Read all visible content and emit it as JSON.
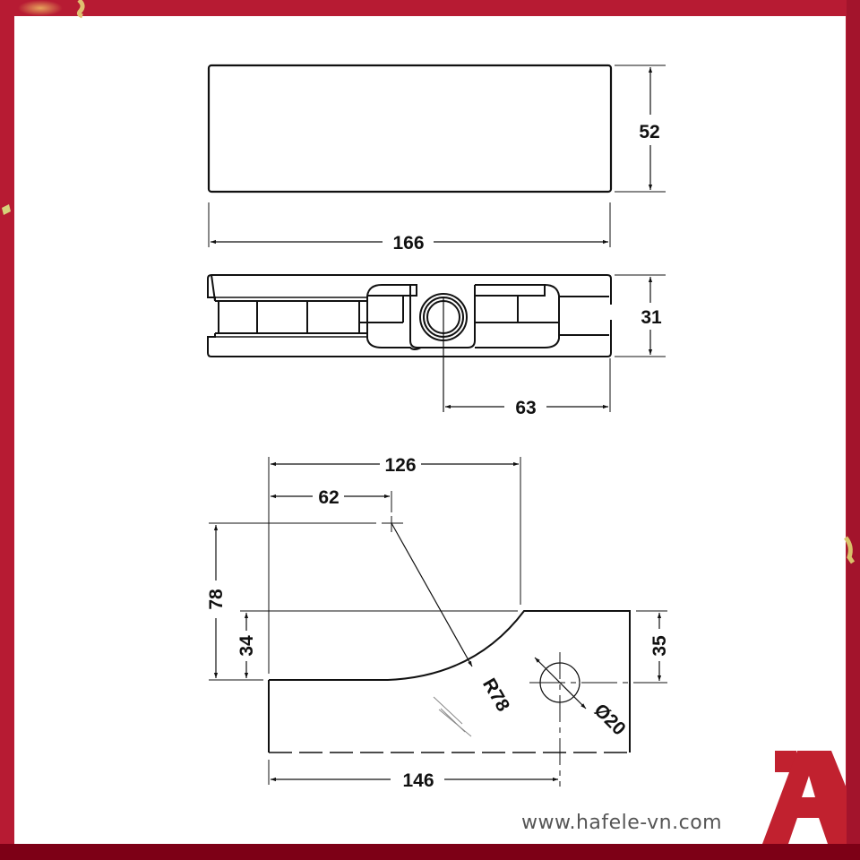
{
  "brand": {
    "website": "www.hafele-vn.com",
    "logo": "hafele-logo-icon",
    "colors": {
      "frame": "#b71b33",
      "frame_bottom": "#7d0016",
      "logo_red": "#c1212f",
      "line": "#111111"
    }
  },
  "drawing": {
    "title": "Glass clamp technical drawing",
    "top_view": {
      "width_label": "166",
      "height_label": "52"
    },
    "side_view": {
      "height_label": "31",
      "offset_label": "63"
    },
    "cutout_view": {
      "width_total_label": "126",
      "center_offset_label": "62",
      "height_total_label": "78",
      "opening_height_label": "34",
      "right_height_label": "35",
      "radius_label": "R78",
      "hole_label": "Ø20",
      "bottom_length_label": "146"
    }
  }
}
